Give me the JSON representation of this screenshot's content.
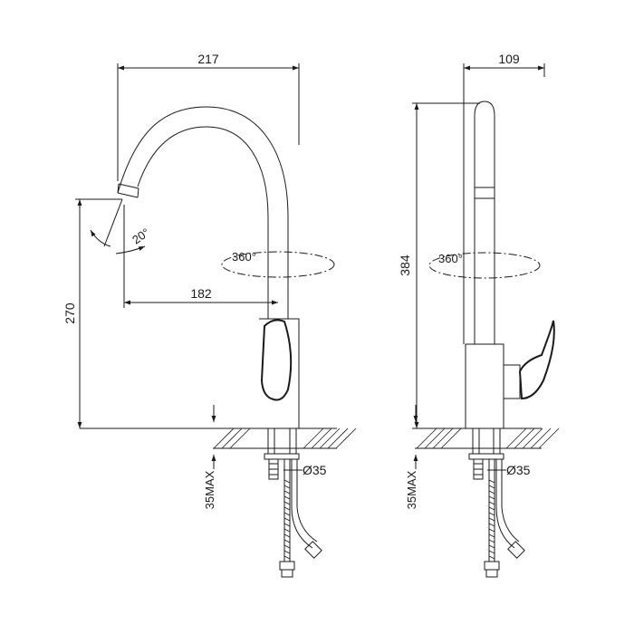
{
  "front_view": {
    "dim_width": "217",
    "dim_reach": "182",
    "dim_height": "270",
    "angle": "20°",
    "swivel": "360°",
    "mount_max": "35MAX",
    "hole_dia": "Ø35"
  },
  "side_view": {
    "dim_width": "109",
    "dim_height": "384",
    "swivel": "360°",
    "mount_max": "35MAX",
    "hole_dia": "Ø35"
  }
}
